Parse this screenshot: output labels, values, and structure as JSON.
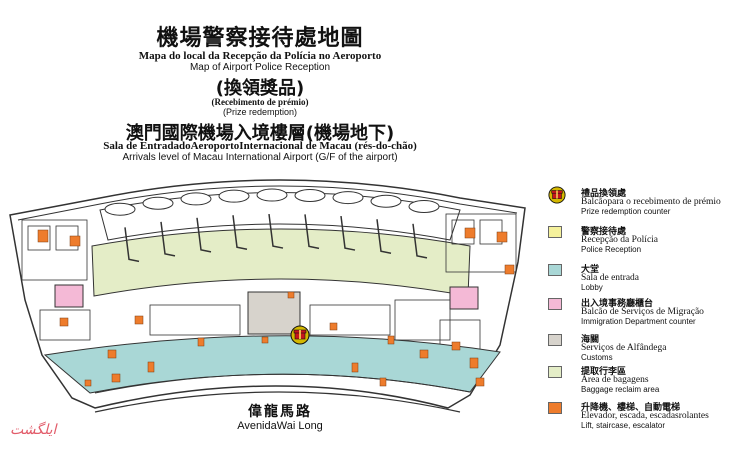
{
  "header": {
    "title_cn": "機場警察接待處地圖",
    "title_pt": "Mapa do local da Recepção da Polícia no Aeroporto",
    "title_en": "Map of Airport Police Reception",
    "sub_cn": "(換領獎品)",
    "sub_pt": "(Recebimento de prémio)",
    "sub_en": "(Prize redemption)",
    "level_cn": "澳門國際機場入境樓層(機場地下)",
    "level_pt": "Sala de EntradadoAeroportoInternacional de Macau (rés-do-chão)",
    "level_en": "Arrivals level of Macau International Airport (G/F of the airport)"
  },
  "legend": [
    {
      "cn": "禮品換領處",
      "pt": "Balcãopara o recebimento de prémio",
      "en": "Prize redemption counter",
      "color": "#d4b800",
      "icon": "gift-icon"
    },
    {
      "cn": "警察接待處",
      "pt": "Recepção da Polícia",
      "en": "Police Reception",
      "color": "#f5f19c"
    },
    {
      "cn": "大堂",
      "pt": "Sala de entrada",
      "en": "Lobby",
      "color": "#a9d7d6"
    },
    {
      "cn": "出入境事務廳櫃台",
      "pt": "Balcão de Serviços de Migração",
      "en": "Immigration Department counter",
      "color": "#f4b9d6"
    },
    {
      "cn": "海關",
      "pt": "Serviços de Alfândega",
      "en": "Customs",
      "color": "#d7d3cc"
    },
    {
      "cn": "提取行李區",
      "pt": "Área de bagagens",
      "en": "Baggage reclaim area",
      "color": "#e4edc7"
    },
    {
      "cn": "升降機、樓梯、自動電梯",
      "pt": "Elevador, escada, escadasrolantes",
      "en": "Lift, staircase, escalator",
      "color": "#ee7c2c"
    }
  ],
  "road": {
    "cn": "偉龍馬路",
    "en": "AvenidaWai Long"
  },
  "watermark": "ایلگشت",
  "map_colors": {
    "outline": "#333333",
    "lobby": "#a9d7d6",
    "baggage": "#e4edc7",
    "customs": "#d7d3cc",
    "immigration": "#f4b9d6",
    "lift": "#ee7c2c",
    "police": "#f5f19c"
  }
}
